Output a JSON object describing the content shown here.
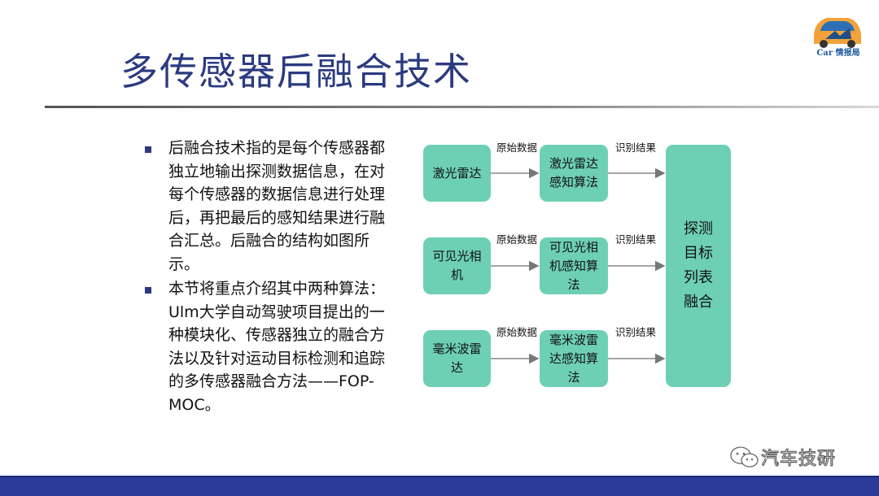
{
  "slide": {
    "title": "多传感器后融合技术",
    "logo_text": "Car 情报局"
  },
  "bullets": [
    {
      "text": "后融合技术指的是每个传感器都独立地输出探测数据信息，在对每个传感器的数据信息进行处理后，再把最后的感知结果进行融合汇总。后融合的结构如图所示。"
    },
    {
      "text": "本节将重点介绍其中两种算法：Ulm大学自动驾驶项目提出的一种模块化、传感器独立的融合方法以及针对运动目标检测和追踪的多传感器融合方法——FOP-MOC。"
    }
  ],
  "diagram": {
    "sensors": [
      "激光雷达",
      "可见光相机",
      "毫米波雷达"
    ],
    "algorithms": [
      "激光雷达感知算法",
      "可见光相机感知算法",
      "毫米波雷达感知算法"
    ],
    "raw_label": "原始数据",
    "result_label": "识别结果",
    "fusion_lines": [
      "探测",
      "目标",
      "列表",
      "融合"
    ]
  },
  "watermark": {
    "text": "汽车技研"
  },
  "colors": {
    "title": "#2b3a80",
    "box_fill": "#6dd0b4",
    "bottom_bar": "#2d3a9a"
  }
}
